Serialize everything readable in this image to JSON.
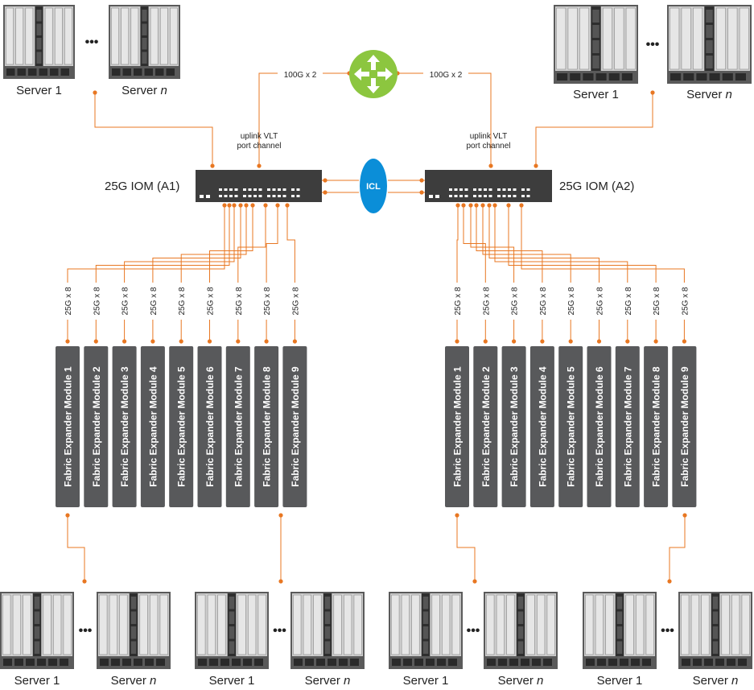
{
  "router": {
    "icon": "router-icon",
    "color": "#8cc63f"
  },
  "uplinks": {
    "left": "100G x 2",
    "right": "100G x 2"
  },
  "uplink_vlt": {
    "line1": "uplink VLT",
    "line2": "port channel"
  },
  "icl": {
    "label": "ICL",
    "color": "#0b8ed8"
  },
  "ioms": {
    "a1": "25G IOM (A1)",
    "a2": "25G IOM (A2)"
  },
  "fem_link_rate": "25G x 8",
  "fem_modules": [
    "Fabric Expander Module 1",
    "Fabric Expander Module 2",
    "Fabric Expander Module 3",
    "Fabric Expander Module 4",
    "Fabric Expander Module 5",
    "Fabric Expander Module 6",
    "Fabric Expander Module 7",
    "Fabric Expander Module 8",
    "Fabric Expander Module 9"
  ],
  "servers": {
    "first": "Server 1",
    "prefix": "Server ",
    "last_var": "n",
    "ellipsis": "•••"
  },
  "colors": {
    "link": "#e87722",
    "module": "#58595b",
    "switch": "#3d3d3d"
  }
}
